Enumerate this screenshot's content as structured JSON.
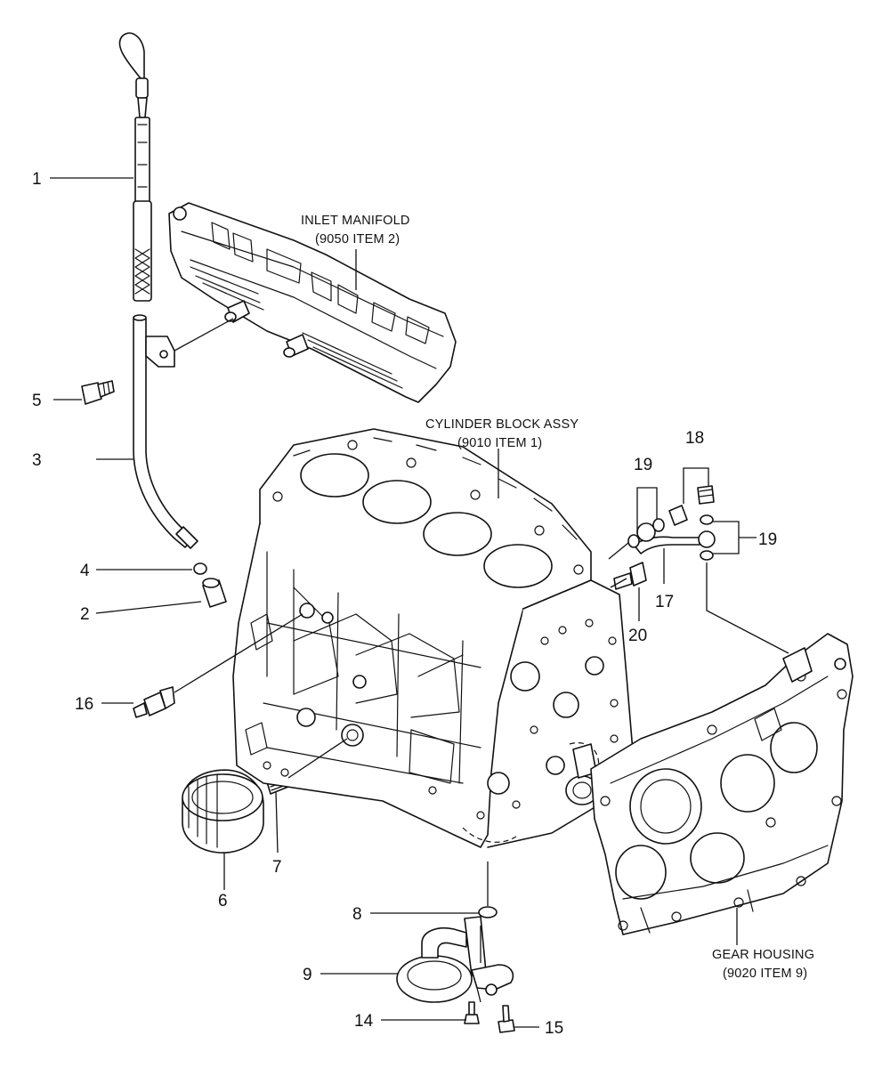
{
  "callouts": {
    "c1": "1",
    "c2": "2",
    "c3": "3",
    "c4": "4",
    "c5": "5",
    "c6": "6",
    "c7": "7",
    "c8": "8",
    "c9": "9",
    "c14": "14",
    "c15": "15",
    "c16": "16",
    "c17": "17",
    "c18": "18",
    "c19a": "19",
    "c19b": "19",
    "c20": "20"
  },
  "labels": {
    "inlet_manifold": {
      "line1": "INLET MANIFOLD",
      "line2": "(9050 ITEM 2)"
    },
    "cylinder_block": {
      "line1": "CYLINDER BLOCK ASSY",
      "line2": "(9010 ITEM 1)"
    },
    "gear_housing": {
      "line1": "GEAR HOUSING",
      "line2": "(9020 ITEM 9)"
    }
  }
}
